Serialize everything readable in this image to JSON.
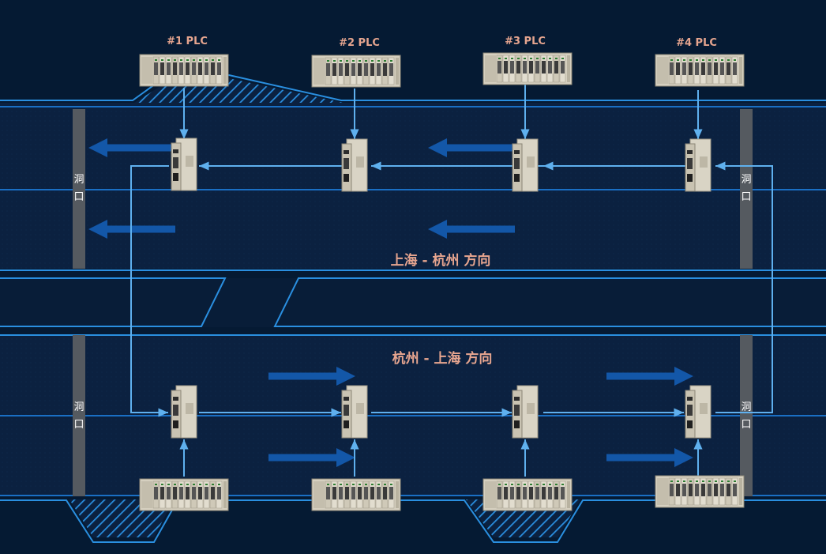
{
  "colors": {
    "background": "#051a33",
    "road": "#0b2140",
    "lane_line": "#1a6fc4",
    "edge_line": "#2a8fe0",
    "signal_line": "#5fb0ee",
    "arrow": "#1357a8",
    "portal": "#555a60",
    "label": "#e6a58f"
  },
  "diagram": {
    "plc_titles": [
      "#1 PLC",
      "#2 PLC",
      "#3 PLC",
      "#4 PLC"
    ],
    "direction_upper": "上海 - 杭州 方向",
    "direction_lower": "杭州 - 上海 方向",
    "portal_label": [
      "洞",
      "口"
    ],
    "icons": {
      "plc_rack": "plc-rack-icon",
      "io_module": "io-module-icon",
      "traffic_arrow": "direction-arrow-icon"
    }
  }
}
